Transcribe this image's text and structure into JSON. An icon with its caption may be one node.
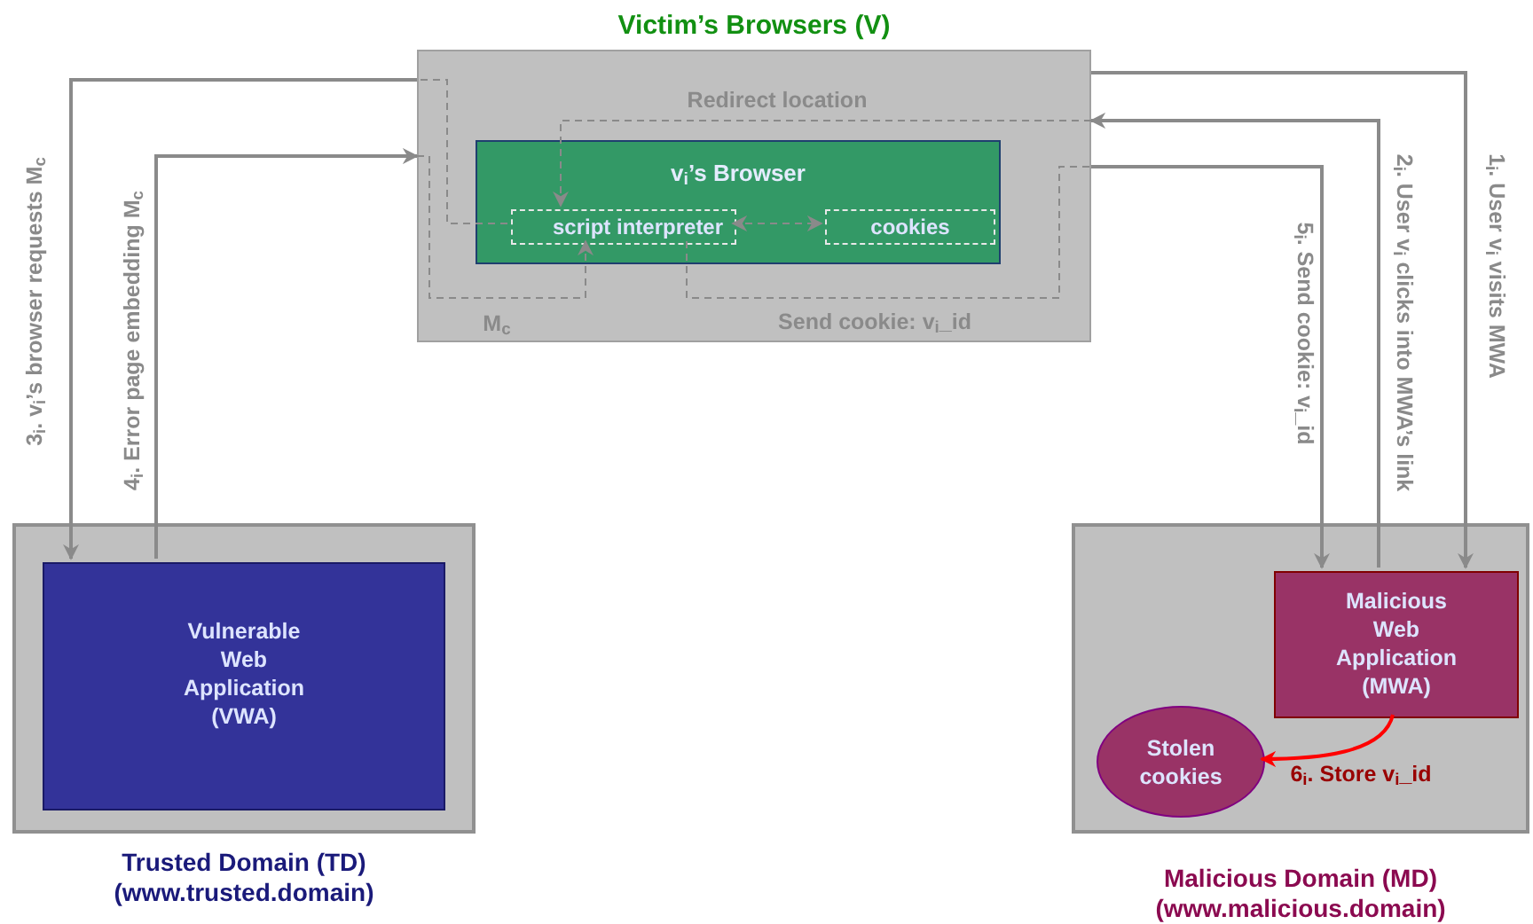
{
  "diagram": {
    "nodes": [
      {
        "text": [
          "Victim’s Browsers (V)"
        ]
      },
      {
        "text": [
          "v$_{i}$’s Browser"
        ],
        "in": 0
      },
      {
        "text": [
          "script interpreter"
        ],
        "in": 1
      },
      {
        "text": [
          "cookies"
        ],
        "in": 1
      },
      {
        "text": [
          "Trusted Domain (TD)",
          "(www.trusted.domain)"
        ]
      },
      {
        "text": [
          "Vulnerable Web Application (VWA)"
        ],
        "in": 4
      },
      {
        "text": [
          "Malicious Domain (MD)",
          "(www.malicious.domain)"
        ]
      },
      {
        "text": [
          "Malicious Web Application (MWA)"
        ],
        "in": 6
      },
      {
        "text": [
          "Stolen cookies"
        ],
        "in": 6
      }
    ],
    "edges": [
      {
        "from": 0,
        "to": 7,
        "arrow": "to",
        "label": "1$_{i}$. User v$_{i}$ visits MWA"
      },
      {
        "from": 7,
        "to": 0,
        "arrow": "to",
        "label": "2$_{i}$. User v$_{i}$ clicks into MWA’s link"
      },
      {
        "from": 0,
        "to": 2,
        "arrow": "to",
        "label": "Redirect location",
        "style": "dashed"
      },
      {
        "from": 2,
        "to": 0,
        "arrow": "none",
        "style": "dashed"
      },
      {
        "from": 0,
        "to": 5,
        "arrow": "to",
        "label": "3$_{i}$. v$_{i}$’s browser requests M$_{c}$"
      },
      {
        "from": 5,
        "to": 0,
        "arrow": "to",
        "label": "4$_{i}$. Error page embedding M$_{c}$"
      },
      {
        "from": 0,
        "to": 2,
        "arrow": "to",
        "label": "M$_{c}$",
        "style": "dashed"
      },
      {
        "from": 2,
        "to": 0,
        "arrow": "none",
        "label": "Send cookie: v$_{i}$_id",
        "style": "dashed"
      },
      {
        "from": 0,
        "to": 7,
        "arrow": "to",
        "label": "5$_{i}$. Send cookie: v$_{i}$_id"
      },
      {
        "from": 2,
        "to": 3,
        "arrow": "both",
        "style": "dashed"
      },
      {
        "from": 7,
        "to": 8,
        "arrow": "to",
        "label": "6$_{i}$. Store v$_{i}$_id",
        "color": "#ff0000"
      }
    ]
  }
}
